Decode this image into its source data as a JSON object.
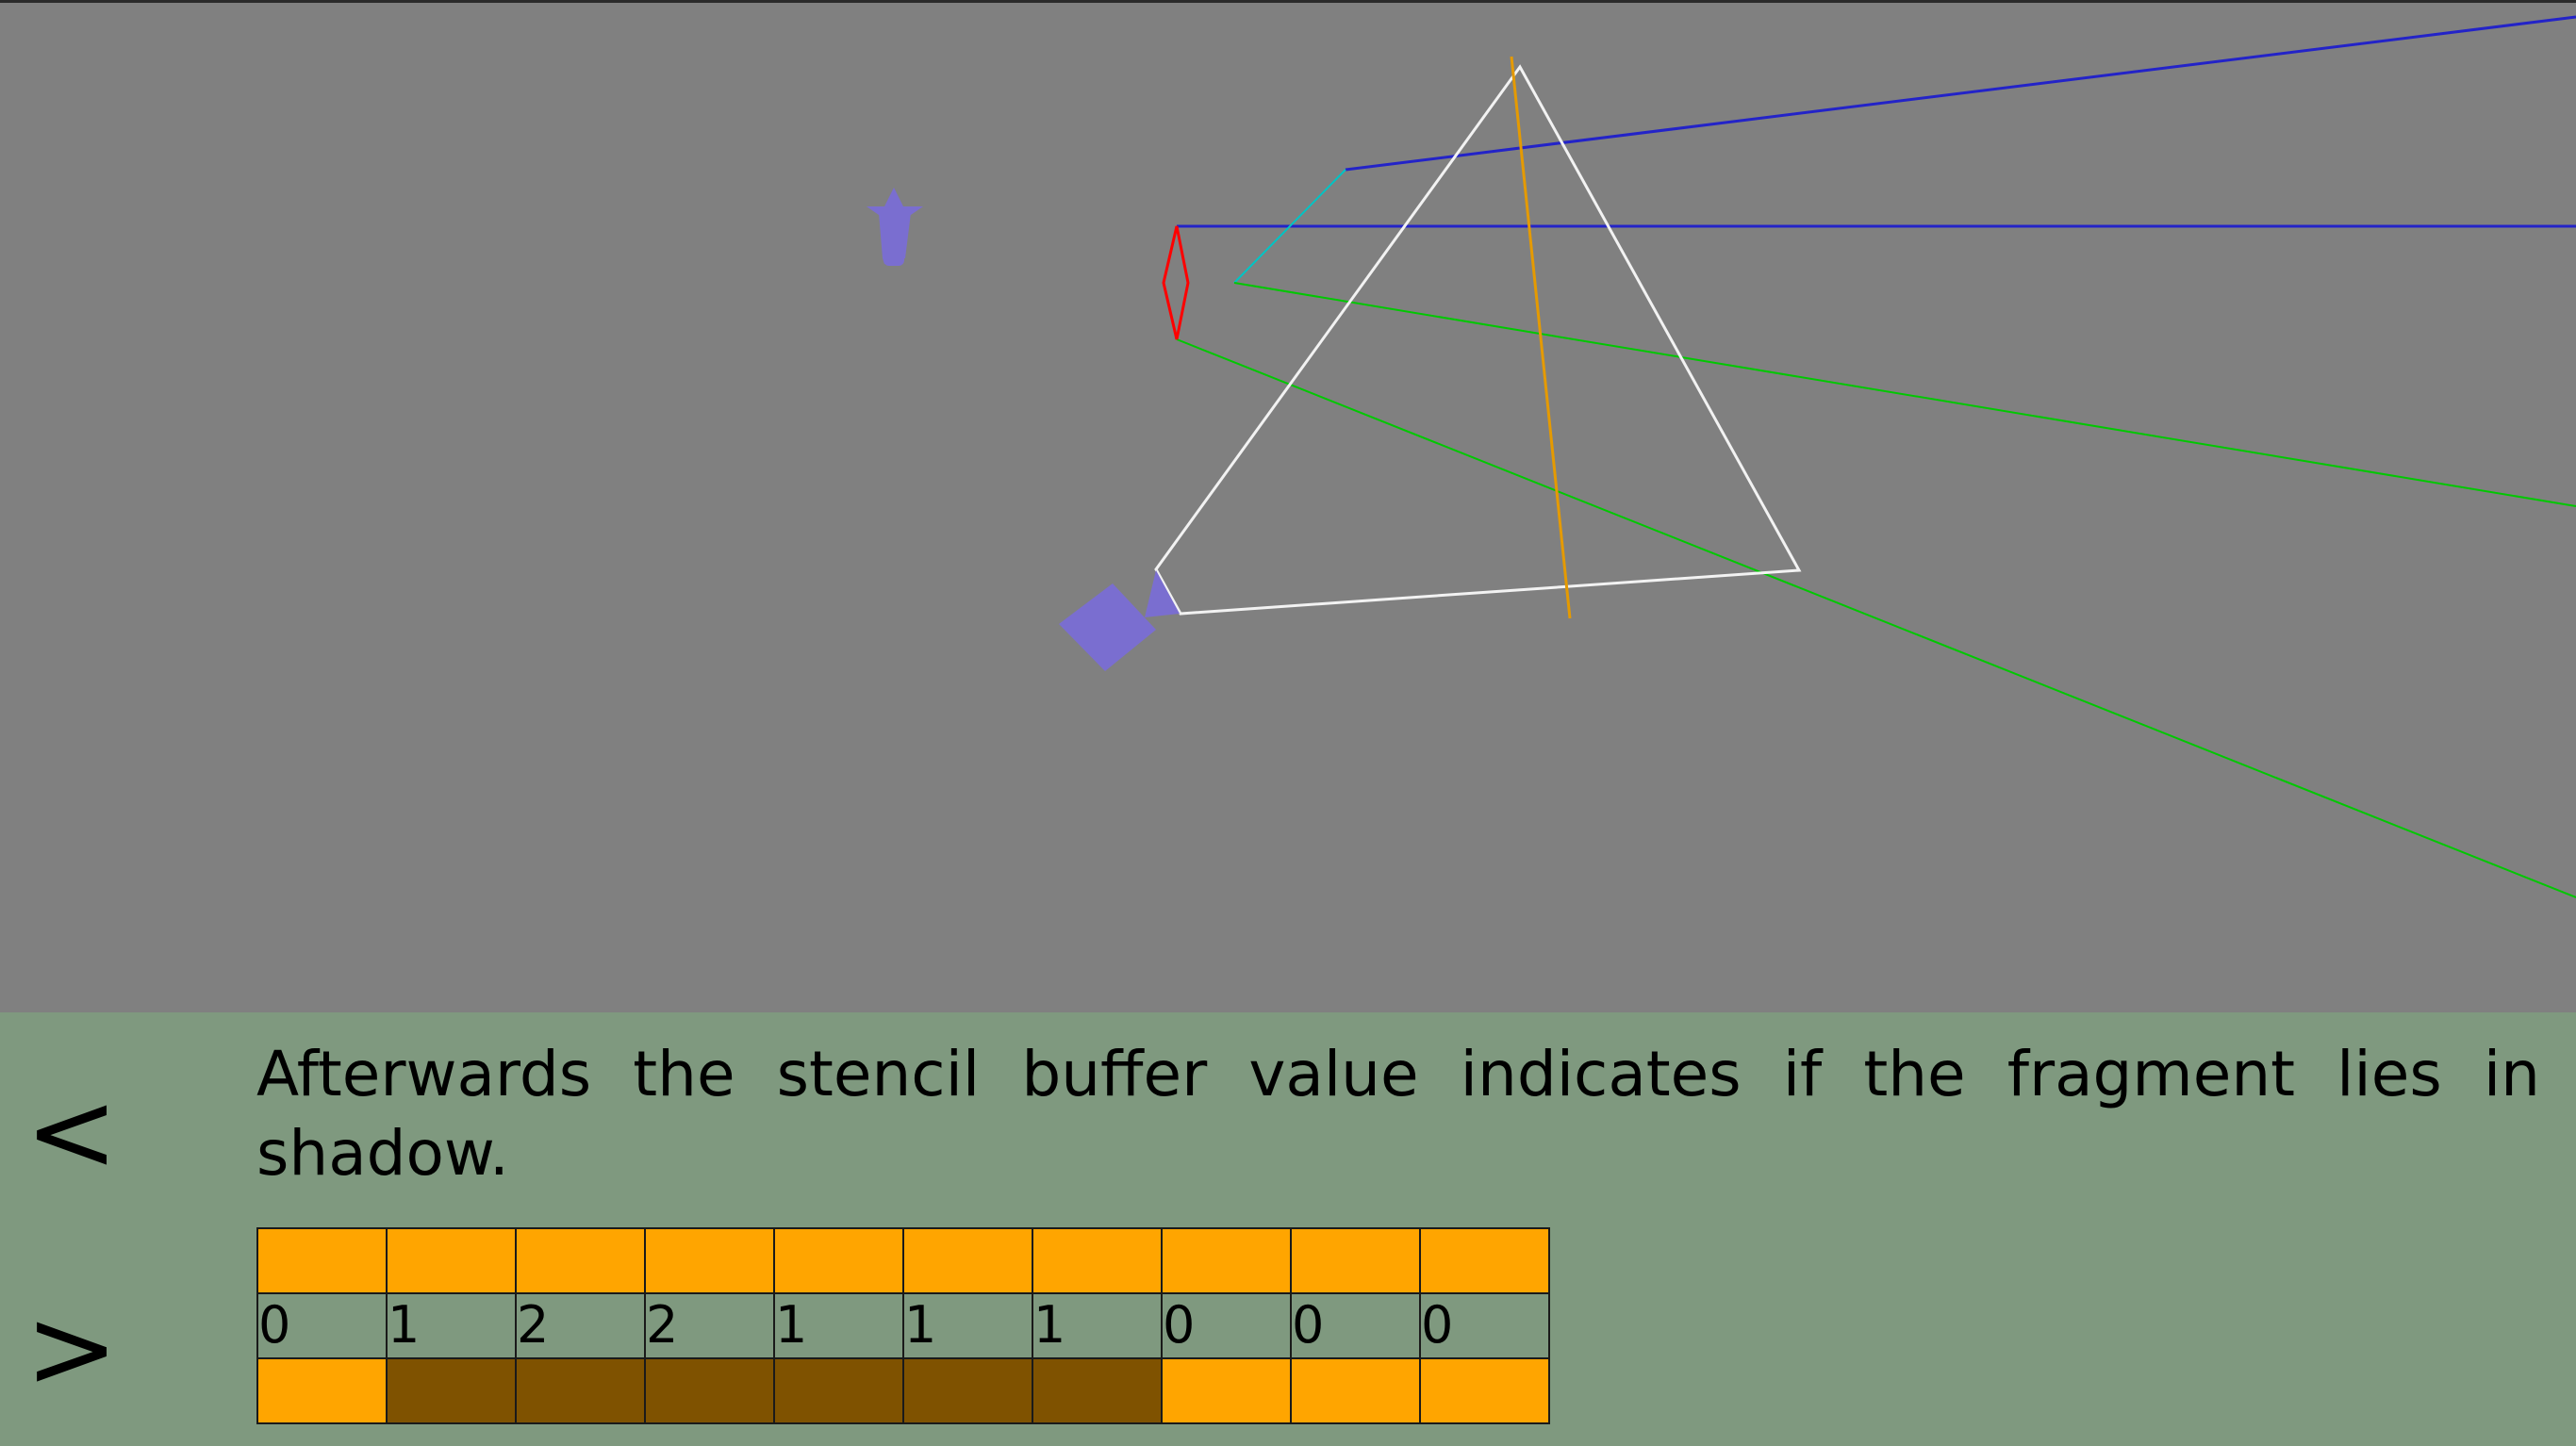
{
  "caption": "Afterwards the stencil buffer value indicates if the fragment lies in shadow.",
  "nav": {
    "prev_label": "<",
    "next_label": ">"
  },
  "stencil": {
    "values": [
      "0",
      "1",
      "2",
      "2",
      "1",
      "1",
      "1",
      "0",
      "0",
      "0"
    ],
    "in_shadow": [
      false,
      true,
      true,
      true,
      true,
      true,
      true,
      false,
      false,
      false
    ]
  },
  "colors": {
    "scene_background": "#808080",
    "panel_background": "#7f997f",
    "lit": "#ffa500",
    "shadow": "#7f5200",
    "occluder_triangle": "#ffffff",
    "light_rays_upper": "#1f1fcc",
    "light_rays_lower": "#00cc00",
    "light_source": "#ff0000",
    "camera": "#7a6ed0",
    "view_ray": "#e69900",
    "connector": "#00c8c8"
  }
}
